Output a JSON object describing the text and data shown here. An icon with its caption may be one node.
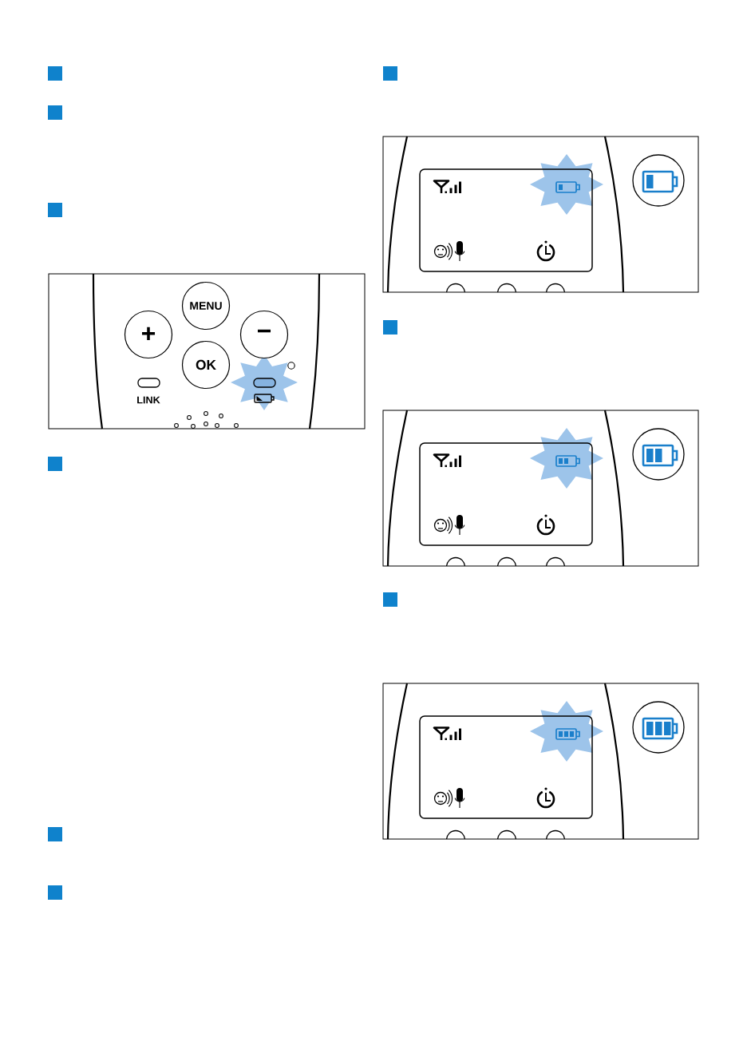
{
  "diagram": {
    "nodes": [
      {
        "text": [
          "MENU"
        ]
      },
      {
        "text": [
          "+"
        ]
      },
      {
        "text": [
          "−"
        ]
      },
      {
        "text": [
          "OK"
        ]
      }
    ],
    "labels": [
      "LINK"
    ]
  }
}
